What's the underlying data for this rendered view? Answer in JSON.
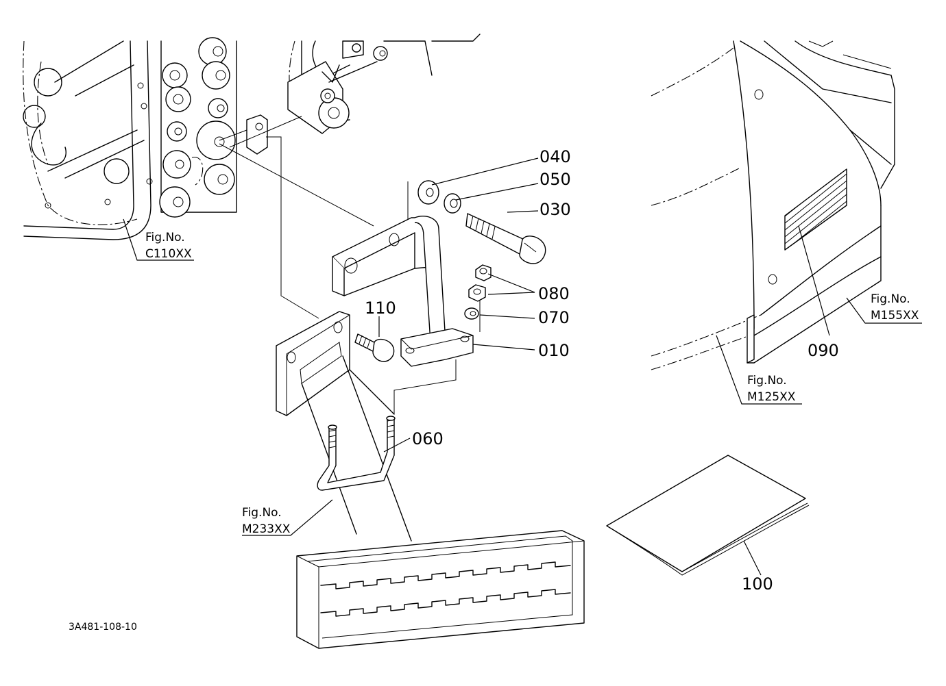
{
  "callouts": {
    "p010": "010",
    "p030": "030",
    "p040": "040",
    "p050": "050",
    "p060": "060",
    "p070": "070",
    "p080": "080",
    "p090": "090",
    "p100": "100",
    "p110": "110"
  },
  "figure_refs": {
    "c110": {
      "label": "Fig.No.",
      "code": "C110XX"
    },
    "m155": {
      "label": "Fig.No.",
      "code": "M155XX"
    },
    "m125": {
      "label": "Fig.No.",
      "code": "M125XX"
    },
    "m233": {
      "label": "Fig.No.",
      "code": "M233XX"
    }
  },
  "drawing_code": "3A481-108-10"
}
